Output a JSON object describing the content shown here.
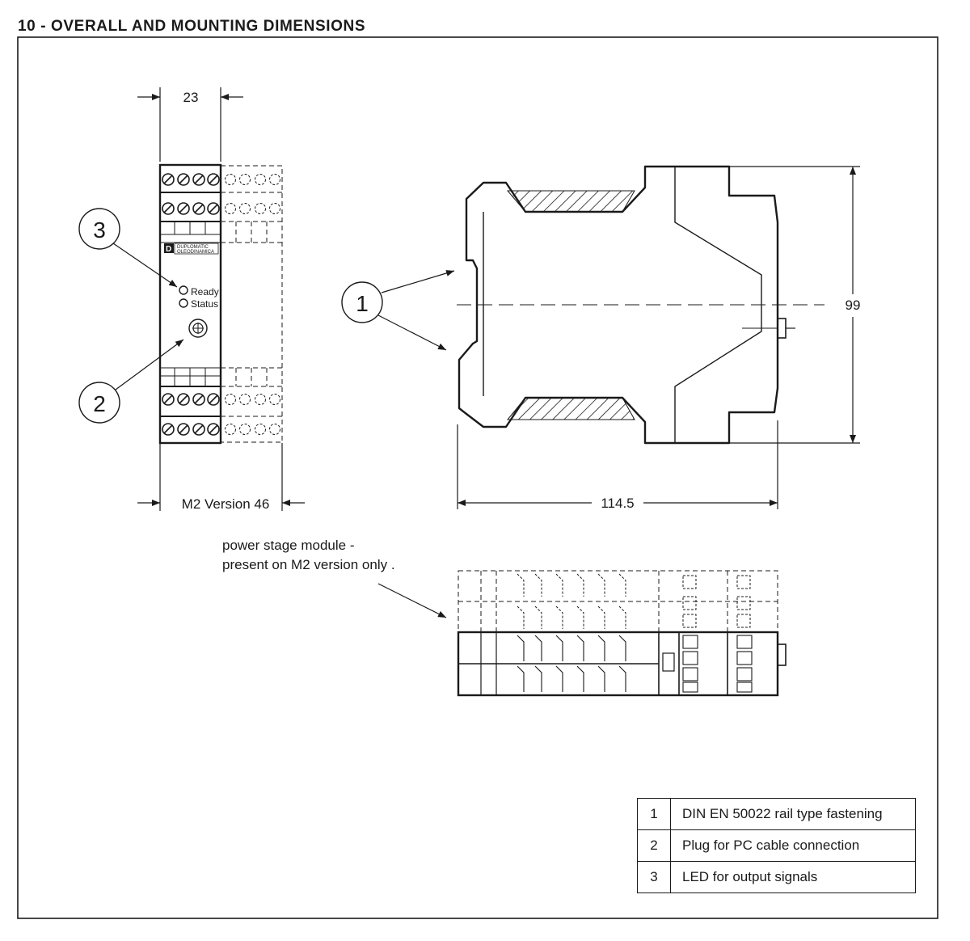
{
  "section_title": "10 - OVERALL AND MOUNTING DIMENSIONS",
  "front_view": {
    "dim_width": "23",
    "dim_width_m2": "M2 Version 46",
    "logo_line1": "DUPLOMATIC",
    "logo_line2": "OLEODINAMICA",
    "led_ready": "Ready",
    "led_status": "Status",
    "callout_3": "3",
    "callout_2": "2"
  },
  "side_view": {
    "callout_1": "1",
    "dim_height": "99",
    "dim_depth": "114.5"
  },
  "top_view": {
    "note_line1": "power stage module -",
    "note_line2": "present on M2 version only ."
  },
  "legend": [
    {
      "num": "1",
      "text": "DIN EN 50022 rail type fastening"
    },
    {
      "num": "2",
      "text": "Plug for PC cable connection"
    },
    {
      "num": "3",
      "text": "LED for output signals"
    }
  ]
}
